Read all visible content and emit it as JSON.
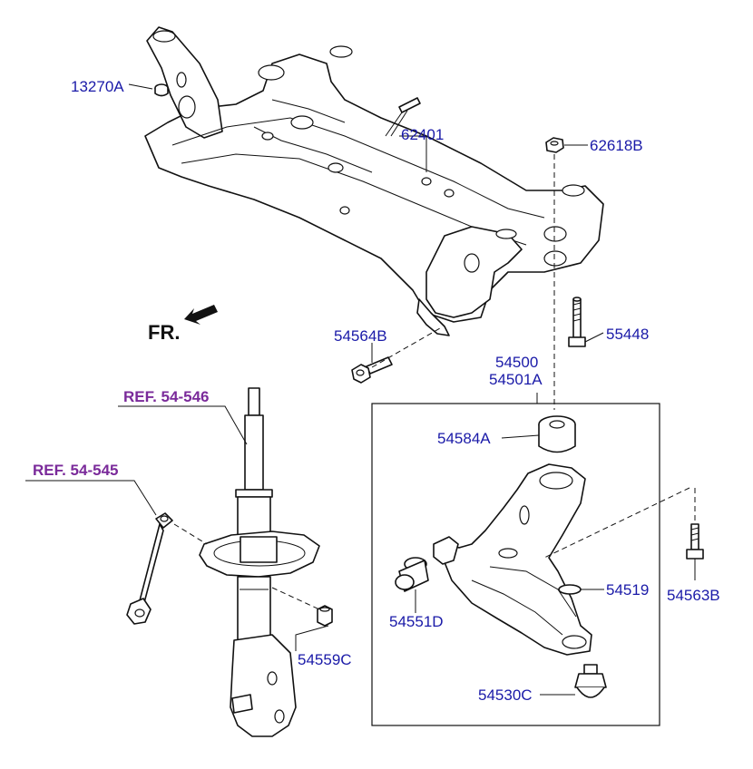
{
  "labels": {
    "p13270A": "13270A",
    "p62401": "62401",
    "p62618B": "62618B",
    "p54564B": "54564B",
    "p55448": "55448",
    "p54500": "54500",
    "p54501A": "54501A",
    "p54584A": "54584A",
    "p54551D": "54551D",
    "p54519": "54519",
    "p54563B": "54563B",
    "p54530C": "54530C",
    "p54559C": "54559C"
  },
  "refs": {
    "ref546": "REF. 54-546",
    "ref545": "REF. 54-545"
  },
  "direction": "FR.",
  "colors": {
    "part_label": "#1a1aa8",
    "ref_label": "#7a2a9a",
    "lines": "#111111"
  }
}
